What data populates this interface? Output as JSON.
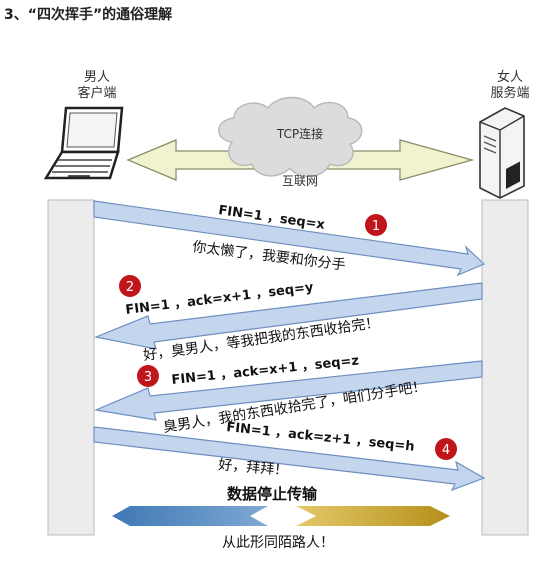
{
  "page": {
    "heading": "3、“四次挥手”的通俗理解"
  },
  "diagram": {
    "client": {
      "line1": "男人",
      "line2": "客户端"
    },
    "server": {
      "line1": "女人",
      "line2": "服务端"
    },
    "cloud": {
      "label_top": "TCP连接",
      "label_bottom": "互联网"
    },
    "steps": [
      {
        "number": "1",
        "packet": "FIN=1 ，seq=x",
        "message": "你太懒了，我要和你分手"
      },
      {
        "number": "2",
        "packet": "FIN=1 ，ack=x+1 ，seq=y",
        "message": "好，臭男人，等我把我的东西收拾完！"
      },
      {
        "number": "3",
        "packet": "FIN=1 ，ack=x+1 ，seq=z",
        "message": "臭男人，我的东西收拾完了，咱们分手吧！"
      },
      {
        "number": "4",
        "packet": "FIN=1 ，ack=z+1 ，seq=h",
        "message": "好，拜拜！"
      }
    ],
    "stop_label": "数据停止传输",
    "footer": "从此形同陌路人！",
    "colors": {
      "arrow_fill": "#c3d6ee",
      "arrow_stroke": "#6d8fc0",
      "badge": "#c0151a",
      "bar_left": "#3e78b4",
      "bar_right": "#c9a227",
      "timeline": "#ececec"
    }
  }
}
